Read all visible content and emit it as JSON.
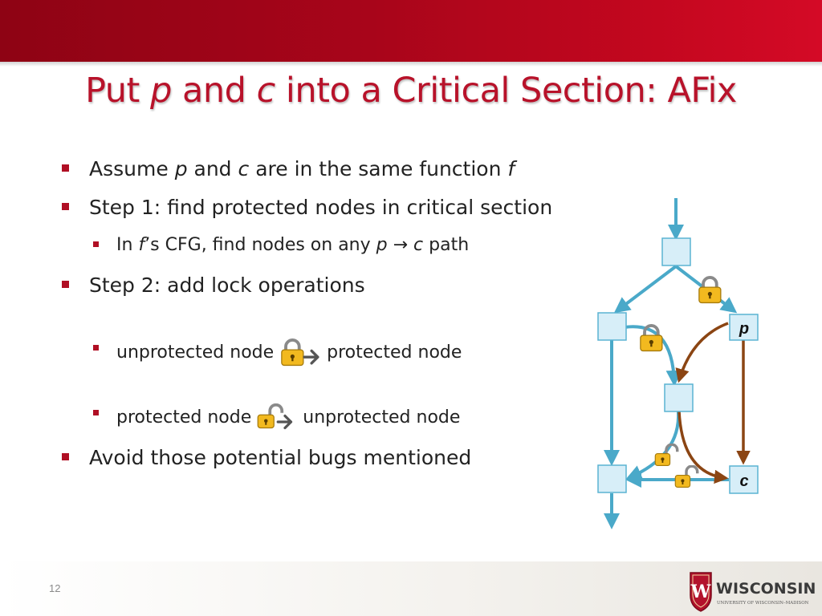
{
  "slide": {
    "title_segments": [
      {
        "text": "Put ",
        "italic": false
      },
      {
        "text": "p",
        "italic": true
      },
      {
        "text": " and ",
        "italic": false
      },
      {
        "text": "c",
        "italic": true
      },
      {
        "text": " into a Critical Section: AFix",
        "italic": false
      }
    ],
    "bullets": [
      {
        "level": 1,
        "segments": [
          {
            "text": "Assume ",
            "italic": false
          },
          {
            "text": "p",
            "italic": true
          },
          {
            "text": " and ",
            "italic": false
          },
          {
            "text": "c",
            "italic": true
          },
          {
            "text": " are in the same function ",
            "italic": false
          },
          {
            "text": "f",
            "italic": true
          }
        ]
      },
      {
        "level": 1,
        "segments": [
          {
            "text": "Step 1: find protected nodes in critical section",
            "italic": false
          }
        ]
      },
      {
        "level": 2,
        "segments": [
          {
            "text": "In ",
            "italic": false
          },
          {
            "text": "f",
            "italic": true
          },
          {
            "text": "’s CFG, find nodes on any ",
            "italic": false
          },
          {
            "text": "p",
            "italic": true
          },
          {
            "text": " → ",
            "italic": false
          },
          {
            "text": "c",
            "italic": true
          },
          {
            "text": " path",
            "italic": false
          }
        ]
      },
      {
        "level": 1,
        "segments": [
          {
            "text": "Step 2: add lock operations",
            "italic": false
          }
        ]
      },
      {
        "level": 2,
        "before": "unprotected node",
        "icon": "lock-closed-arrow-icon",
        "after": "protected node"
      },
      {
        "level": 2,
        "before": "protected node",
        "icon": "lock-open-arrow-icon",
        "after": "unprotected node"
      },
      {
        "level": 1,
        "segments": [
          {
            "text": "Avoid those potential bugs mentioned",
            "italic": false
          }
        ]
      }
    ],
    "diagram": {
      "node_p_label": "p",
      "node_c_label": "c",
      "colors": {
        "node_fill": "#d7eef8",
        "node_stroke": "#5ab3d2",
        "cfg_edge": "#4aa9c9",
        "path_edge": "#8b4513",
        "lock_body": "#f2b91f"
      },
      "icons": [
        "lock-closed-icon",
        "lock-open-icon"
      ]
    },
    "page_number": "12",
    "logo": {
      "wordmark": "WISCONSIN",
      "subtitle": "UNIVERSITY OF WISCONSIN–MADISON",
      "crest_letter": "W",
      "crest_color": "#b3122c"
    }
  }
}
